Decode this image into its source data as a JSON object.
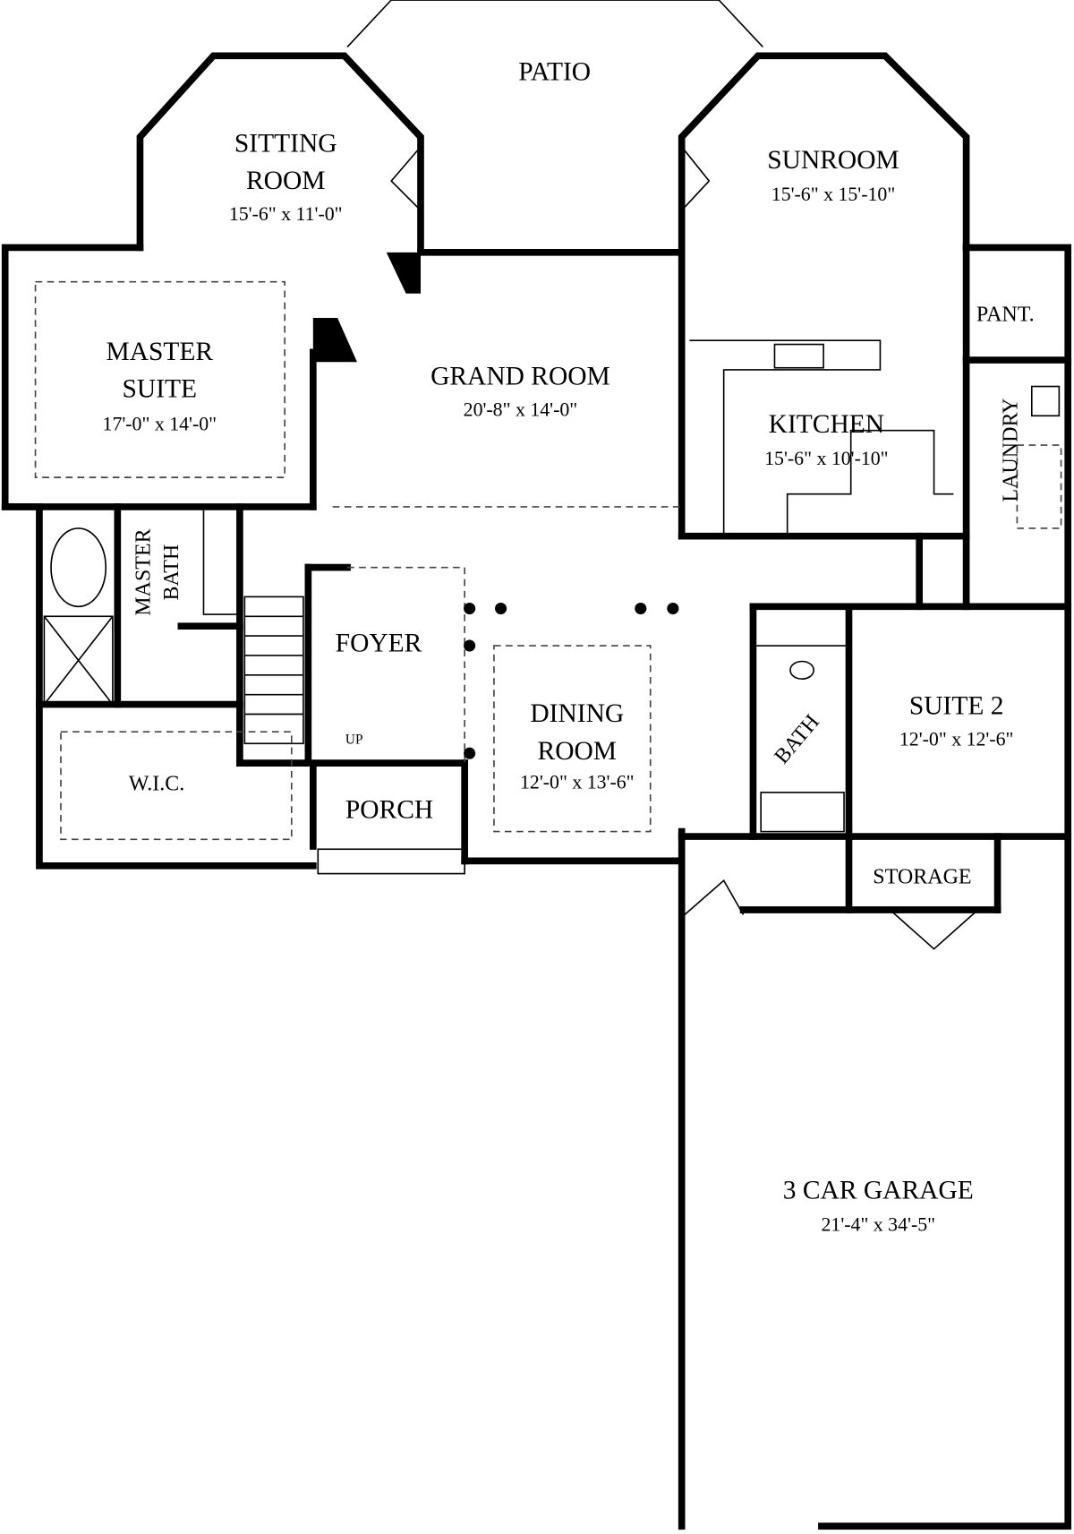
{
  "title": "Floor Plan",
  "rooms": {
    "patio": {
      "name": "PATIO"
    },
    "sitting_room": {
      "name1": "SITTING",
      "name2": "ROOM",
      "dims": "15'-6\" x 11'-0\""
    },
    "sunroom": {
      "name": "SUNROOM",
      "dims": "15'-6\" x 15'-10\""
    },
    "master_suite": {
      "name1": "MASTER",
      "name2": "SUITE",
      "dims": "17'-0\" x 14'-0\""
    },
    "grand_room": {
      "name": "GRAND ROOM",
      "dims": "20'-8\" x 14'-0\""
    },
    "kitchen": {
      "name": "KITCHEN",
      "dims": "15'-6\" x 10'-10\""
    },
    "pantry": {
      "name": "PANT."
    },
    "laundry": {
      "name": "LAUNDRY"
    },
    "master_bath": {
      "name1": "MASTER",
      "name2": "BATH"
    },
    "foyer": {
      "name": "FOYER"
    },
    "stairs": {
      "label": "UP"
    },
    "dining_room": {
      "name1": "DINING",
      "name2": "ROOM",
      "dims": "12'-0\" x 13'-6\""
    },
    "wic": {
      "name": "W.I.C."
    },
    "porch": {
      "name": "PORCH"
    },
    "bath": {
      "name": "BATH"
    },
    "suite_2": {
      "name": "SUITE 2",
      "dims": "12'-0\" x 12'-6\""
    },
    "storage": {
      "name": "STORAGE"
    },
    "garage": {
      "name": "3 CAR GARAGE",
      "dims": "21'-4\" x 34'-5\""
    }
  }
}
